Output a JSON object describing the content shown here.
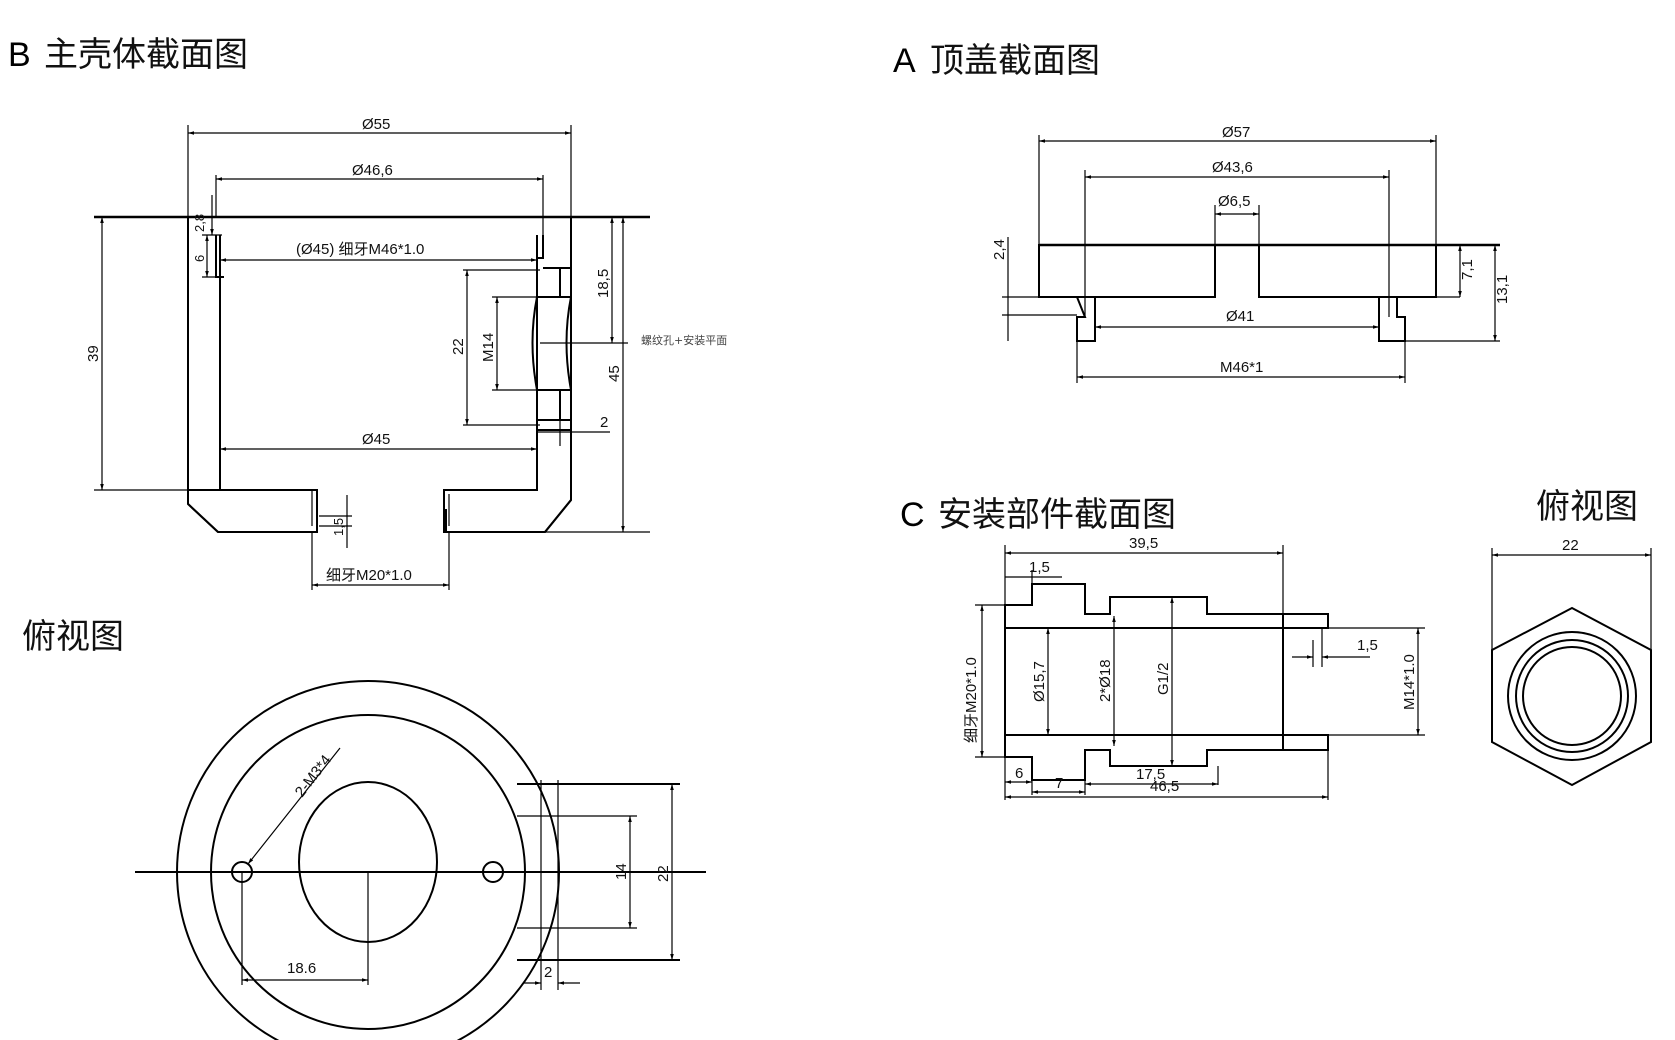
{
  "sections": {
    "B": {
      "letter": "B",
      "title": "主壳体截面图",
      "dims": {
        "d55": "Ø55",
        "d46_6": "Ø46,6",
        "thread_top": "(Ø45) 细牙M46*1.0",
        "d45": "Ø45",
        "h39": "39",
        "h6": "6",
        "h2_8": "2,8",
        "h22": "22",
        "m14": "M14",
        "h18_5": "18,5",
        "h45": "45",
        "w2": "2",
        "h1_5": "1,5",
        "thread_bottom": "细牙M20*1.0"
      },
      "note": "螺纹孔+安装平面"
    },
    "B_top": {
      "title": "俯视图",
      "dims": {
        "holes": "2-M3*4",
        "d18_6": "18.6",
        "w14": "14",
        "w22": "22",
        "w2": "2"
      }
    },
    "A": {
      "letter": "A",
      "title": "顶盖截面图",
      "dims": {
        "d57": "Ø57",
        "d43_6": "Ø43,6",
        "d6_5": "Ø6,5",
        "h2_4": "2,4",
        "d41": "Ø41",
        "m46": "M46*1",
        "h7_1": "7,1",
        "h13_1": "13,1"
      }
    },
    "C": {
      "letter": "C",
      "title": "安装部件截面图",
      "dims": {
        "l39_5": "39,5",
        "w1_5a": "1,5",
        "m20": "细牙M20*1.0",
        "d15_7": "Ø15,7",
        "d18": "2*Ø18",
        "g12": "G1/2",
        "w1_5b": "1,5",
        "m14": "M14*1.0",
        "l6": "6",
        "l7": "7",
        "l17_5": "17,5",
        "l46_5": "46,5"
      }
    },
    "C_top": {
      "title": "俯视图",
      "dims": {
        "w22": "22"
      }
    }
  }
}
